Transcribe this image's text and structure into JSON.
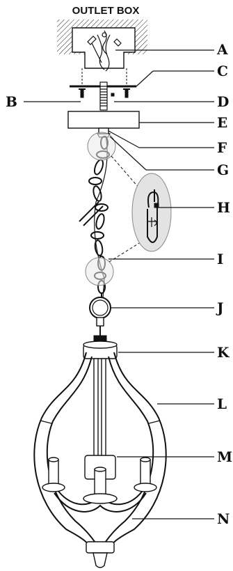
{
  "diagram": {
    "title": "OUTLET BOX",
    "labels": {
      "A": "A",
      "B": "B",
      "C": "C",
      "D": "D",
      "E": "E",
      "F": "F",
      "G": "G",
      "H": "H",
      "I": "I",
      "J": "J",
      "K": "K",
      "L": "L",
      "M": "M",
      "N": "N"
    }
  }
}
